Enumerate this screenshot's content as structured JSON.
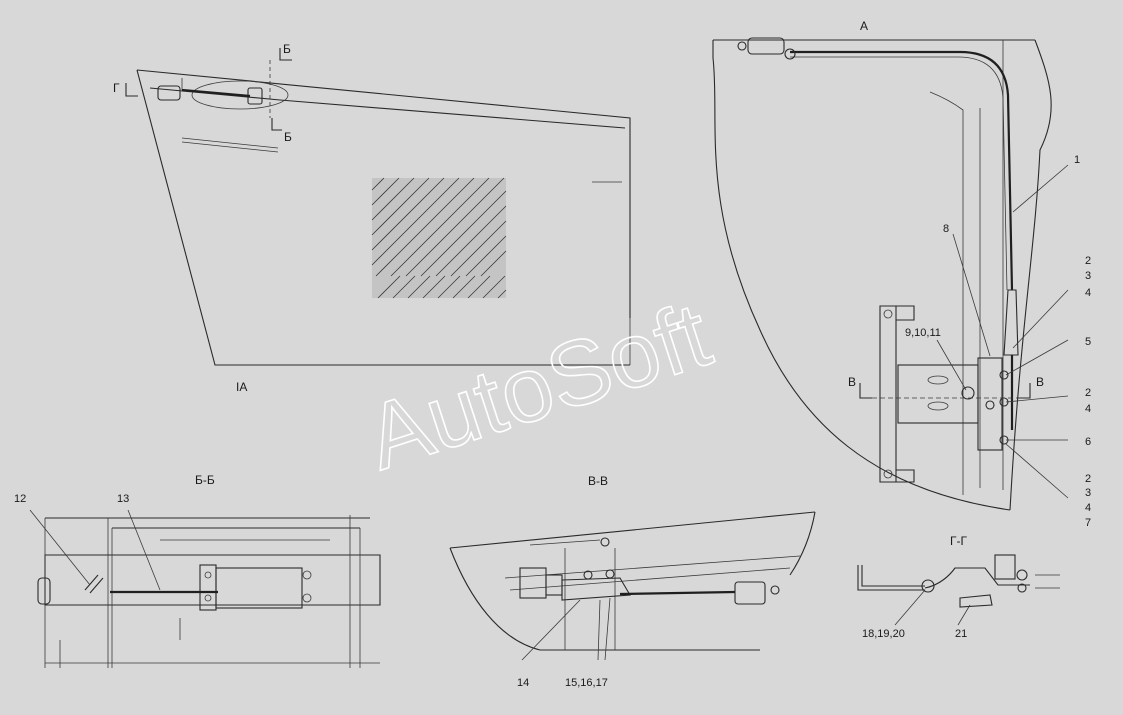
{
  "view_labels": {
    "view_a": "А",
    "view_a_bottom": "IA",
    "section_bb": "Б-Б",
    "section_vv": "В-В",
    "section_gg": "Г-Г",
    "cut_b_top": "Б",
    "cut_b_bottom": "Б",
    "cut_g": "Г",
    "cut_v_left": "В",
    "cut_v_right": "В"
  },
  "callouts": {
    "c1": "1",
    "c2a": "2",
    "c3a": "3",
    "c4a": "4",
    "c5": "5",
    "c2b": "2",
    "c4b": "4",
    "c6": "6",
    "c2c": "2",
    "c3c": "3",
    "c4c": "4",
    "c7": "7",
    "c8": "8",
    "c9_11": "9,10,11",
    "c12": "12",
    "c13": "13",
    "c14": "14",
    "c15_17": "15,16,17",
    "c18_20": "18,19,20",
    "c21": "21"
  },
  "watermark": "AutoSoft"
}
